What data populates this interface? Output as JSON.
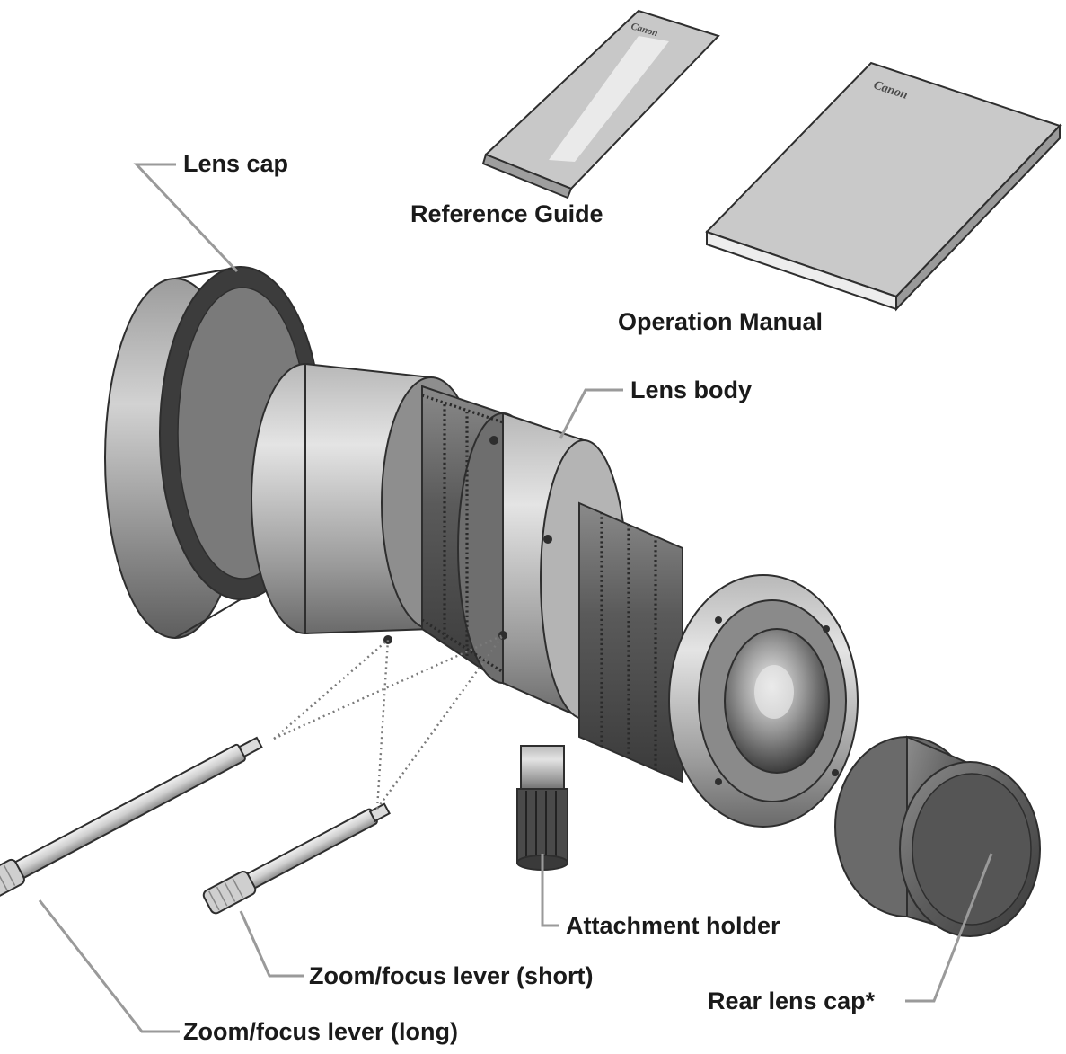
{
  "labels": {
    "lens_cap": "Lens cap",
    "reference_guide": "Reference Guide",
    "operation_manual": "Operation Manual",
    "lens_body": "Lens body",
    "attachment_holder": "Attachment holder",
    "lever_short": "Zoom/focus lever (short)",
    "lever_long": "Zoom/focus lever (long)",
    "rear_lens_cap": "Rear lens cap*"
  },
  "brand": {
    "guide_logo": "Canon",
    "manual_logo": "Canon"
  },
  "colors": {
    "leader_line": "#9a9a9a",
    "label_text": "#1a1a1a",
    "metal_light": "#d8d8d8",
    "metal_mid": "#a6a6a6",
    "metal_dark": "#5a5a5a"
  }
}
